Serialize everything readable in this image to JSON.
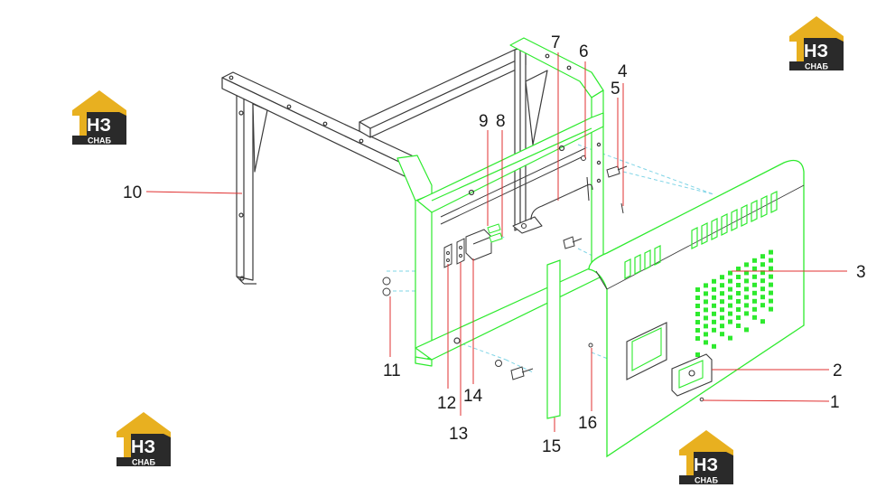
{
  "colors": {
    "outline": "#3a3a3a",
    "highlight": "#2eea2e",
    "leader": "#e03030",
    "hidden_line": "#7fd4e6",
    "logo_gold": "#e8b020",
    "logo_dark": "#2a2a2a"
  },
  "callouts": [
    {
      "id": "1",
      "label": "1"
    },
    {
      "id": "2",
      "label": "2"
    },
    {
      "id": "3",
      "label": "3"
    },
    {
      "id": "4",
      "label": "4"
    },
    {
      "id": "5",
      "label": "5"
    },
    {
      "id": "6",
      "label": "6"
    },
    {
      "id": "7",
      "label": "7"
    },
    {
      "id": "8",
      "label": "8"
    },
    {
      "id": "9",
      "label": "9"
    },
    {
      "id": "10",
      "label": "10"
    },
    {
      "id": "11",
      "label": "11"
    },
    {
      "id": "12",
      "label": "12"
    },
    {
      "id": "13",
      "label": "13"
    },
    {
      "id": "14",
      "label": "14"
    },
    {
      "id": "15",
      "label": "15"
    },
    {
      "id": "16",
      "label": "16"
    }
  ],
  "watermark": {
    "mark": "НЗ",
    "caption": "СНАБ",
    "icon": "house-logo-icon"
  }
}
